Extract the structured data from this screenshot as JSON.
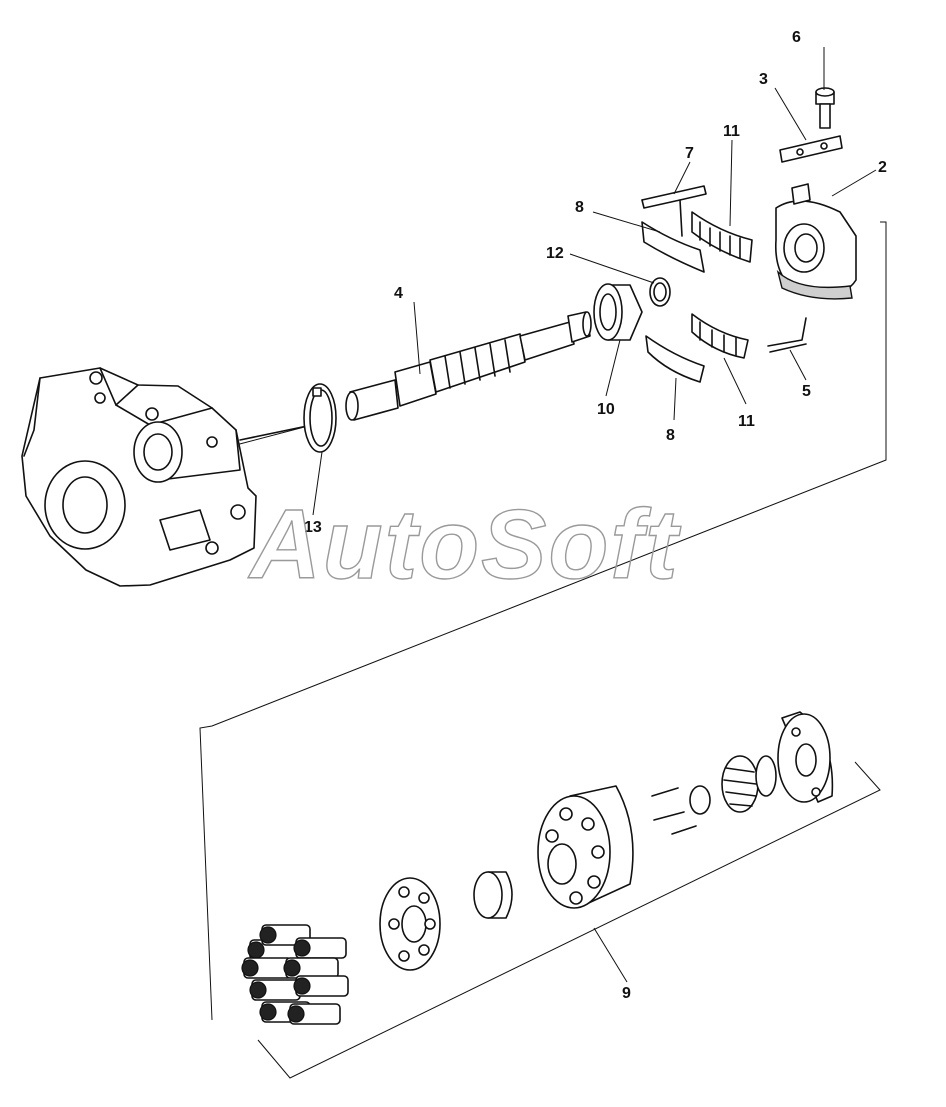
{
  "watermark": "AutoSoft",
  "callouts": {
    "p2": "2",
    "p3": "3",
    "p4": "4",
    "p5": "5",
    "p6": "6",
    "p7": "7",
    "p8_upper": "8",
    "p8_lower": "8",
    "p9": "9",
    "p10": "10",
    "p11_upper": "11",
    "p11_lower": "11",
    "p12": "12",
    "p13": "13"
  }
}
